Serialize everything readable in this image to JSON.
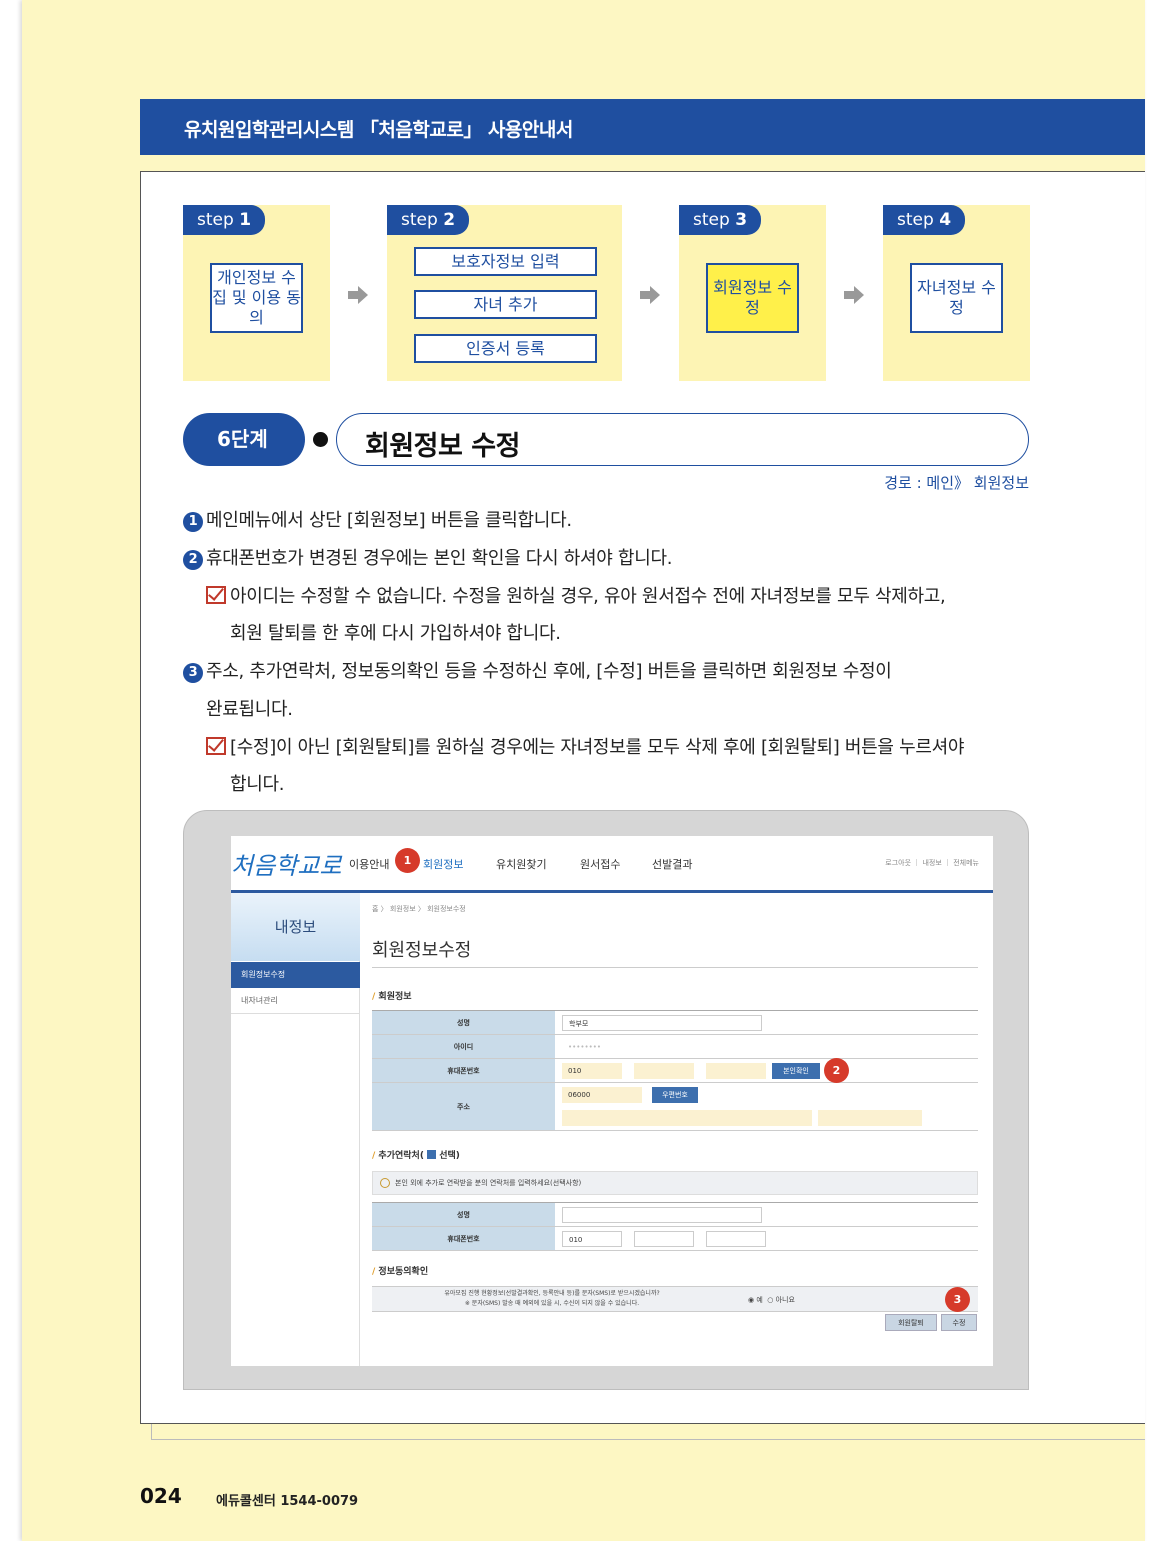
{
  "header": {
    "title": "유치원입학관리시스템 「처음학교로」 사용안내서"
  },
  "steps": [
    {
      "num_prefix": "step",
      "num": "1",
      "boxes": [
        "개인정보 수집 및 이용 동의"
      ]
    },
    {
      "num_prefix": "step",
      "num": "2",
      "boxes": [
        "보호자정보 입력",
        "자녀 추가",
        "인증서 등록"
      ]
    },
    {
      "num_prefix": "step",
      "num": "3",
      "boxes": [
        "회원정보 수정"
      ],
      "highlighted": true
    },
    {
      "num_prefix": "step",
      "num": "4",
      "boxes": [
        "자녀정보 수정"
      ]
    }
  ],
  "stage": {
    "label": "6단계",
    "title": "회원정보 수정",
    "route": "경로 : 메인》 회원정보"
  },
  "instructions": {
    "item1_num": "1",
    "item1": "메인메뉴에서 상단 [회원정보] 버튼을 클릭합니다.",
    "item2_num": "2",
    "item2": "휴대폰번호가 변경된 경우에는 본인 확인을 다시 하셔야 합니다.",
    "note1_line1": "아이디는 수정할 수 없습니다. 수정을 원하실 경우, 유아 원서접수 전에 자녀정보를 모두 삭제하고,",
    "note1_line2": "회원 탈퇴를 한 후에 다시 가입하셔야 합니다.",
    "item3_num": "3",
    "item3_line1": "주소, 추가연락처, 정보동의확인 등을 수정하신 후에, [수정] 버튼을 클릭하면 회원정보 수정이",
    "item3_line2": "완료됩니다.",
    "note2_line1": "[수정]이 아닌 [회원탈퇴]를 원하실 경우에는 자녀정보를 모두 삭제 후에 [회원탈퇴] 버튼을 누르셔야",
    "note2_line2": "합니다."
  },
  "screenshot": {
    "logo_a": "처음",
    "logo_b": "학교로",
    "nav": [
      "이용안내",
      "회원정보",
      "유치원찾기",
      "원서접수",
      "선발결과"
    ],
    "util": "로그아웃 ｜ 내정보 ｜ 전체메뉴",
    "badge1": "1",
    "badge2": "2",
    "badge3": "3",
    "sidebar_title": "내정보",
    "sidebar_items": [
      "회원정보수정",
      "내자녀관리"
    ],
    "breadcrumb": "홈 〉 회원정보 〉 회원정보수정",
    "page_title": "회원정보수정",
    "section_member": "회원정보",
    "member_rows": {
      "name_label": "성명",
      "name_value": "학부모",
      "id_label": "아이디",
      "id_value": "••••••••",
      "phone_label": "휴대폰번호",
      "phone_value": "010",
      "address_label": "주소",
      "zip_value": "06000"
    },
    "verify_button": "본인확인",
    "zip_button": "우편번호",
    "section_extra": "추가연락처(",
    "section_extra_check": "선택)",
    "extra_notice": "본인 외에 추가로 연락받을 분의 연락처를 입력하세요(선택사항)",
    "extra_rows": {
      "name_label": "성명",
      "phone_label": "휴대폰번호",
      "phone_value": "010"
    },
    "section_agree": "정보동의확인",
    "agree_q1": "유아모집 진행 현황정보(선발결과확인, 등록안내 등)를 문자(SMS)로 받으시겠습니까?",
    "agree_q2": "※ 문자(SMS) 발송 때 예외에 있을 시, 수신이 되지 않을 수 있습니다.",
    "agree_yes": "예",
    "agree_no": "아니요",
    "withdraw_button": "회원탈퇴",
    "edit_button": "수정"
  },
  "footer": {
    "page": "024",
    "center": "에듀콜센터  1544-0079"
  }
}
